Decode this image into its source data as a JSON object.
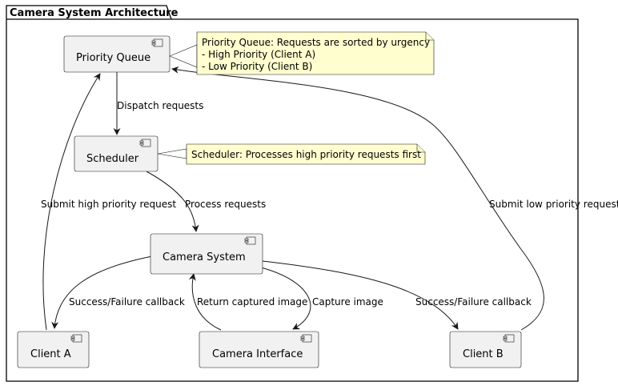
{
  "frame": {
    "title": "Camera System Architecture"
  },
  "components": {
    "priority_queue": "Priority Queue",
    "scheduler": "Scheduler",
    "camera_system": "Camera System",
    "client_a": "Client A",
    "camera_interface": "Camera Interface",
    "client_b": "Client B"
  },
  "notes": {
    "priority_queue": [
      "Priority Queue: Requests are sorted by urgency",
      "- High Priority (Client A)",
      "- Low Priority (Client B)"
    ],
    "scheduler": [
      "Scheduler: Processes high priority requests first"
    ]
  },
  "edges": {
    "dispatch": "Dispatch requests",
    "process": "Process requests",
    "submit_high": "Submit high priority request",
    "submit_low": "Submit low priority request",
    "callback_a": "Success/Failure callback",
    "callback_b": "Success/Failure callback",
    "capture": "Capture image",
    "return_image": "Return captured image"
  }
}
